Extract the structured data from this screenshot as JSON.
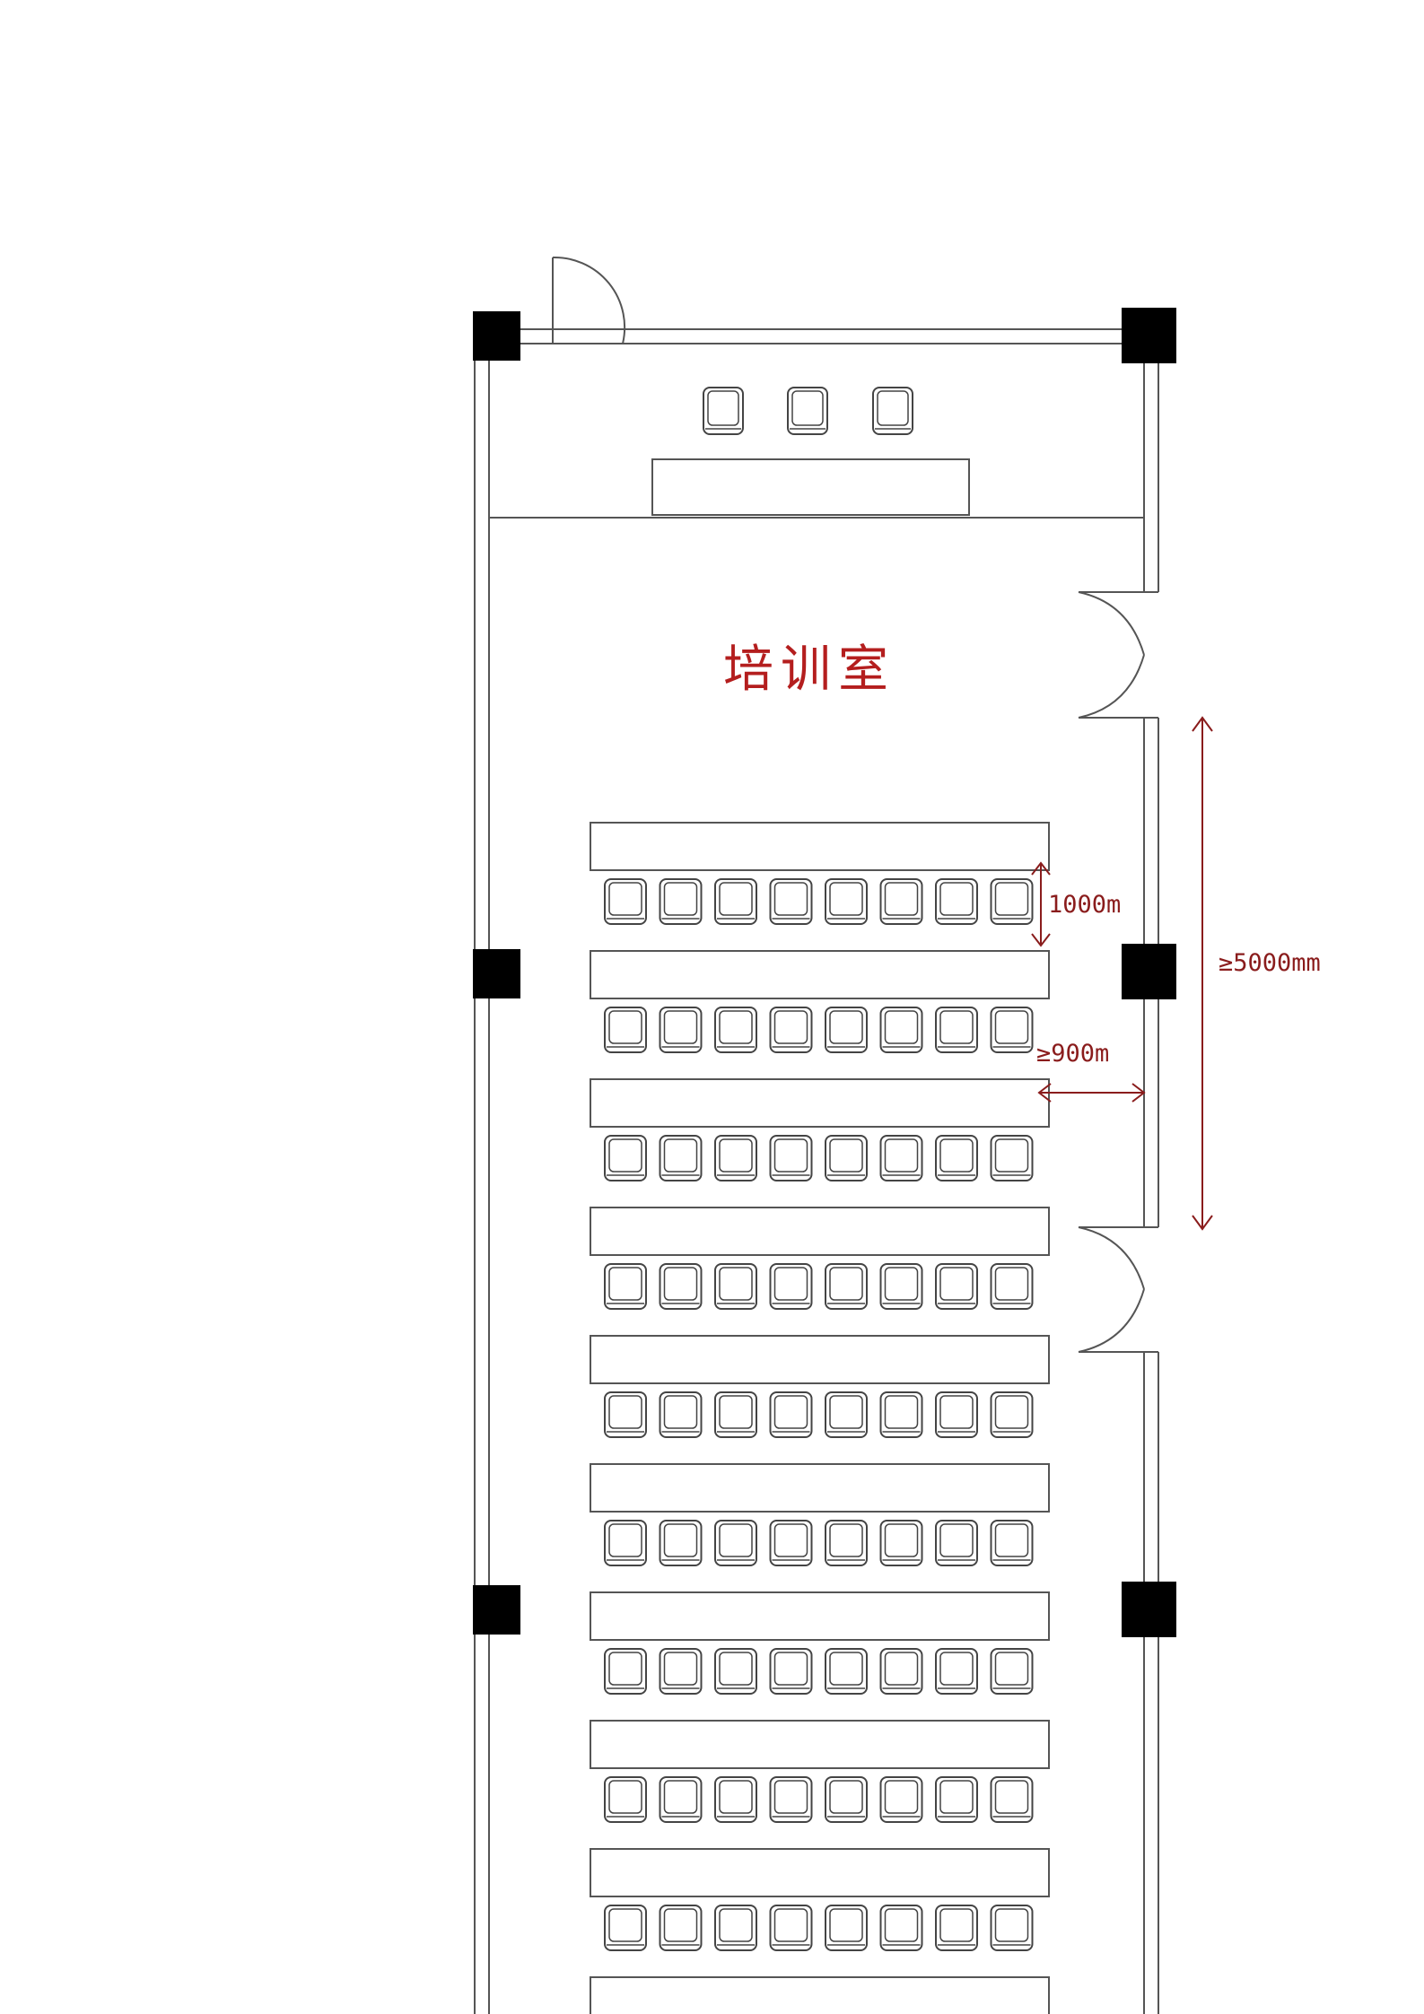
{
  "room": {
    "name": "培训室"
  },
  "dimensions": {
    "row_spacing": "1000m",
    "aisle_width": "≥900m",
    "exit_spacing": "≥5000mm"
  },
  "layout": {
    "podium_chairs": 3,
    "table_rows": 10,
    "seats_per_row": 8,
    "seated_rows": 9
  },
  "colors": {
    "wall_line": "#555555",
    "column_fill": "#000000",
    "annotation": "#8a1c1c",
    "room_label": "#b41e1e"
  }
}
